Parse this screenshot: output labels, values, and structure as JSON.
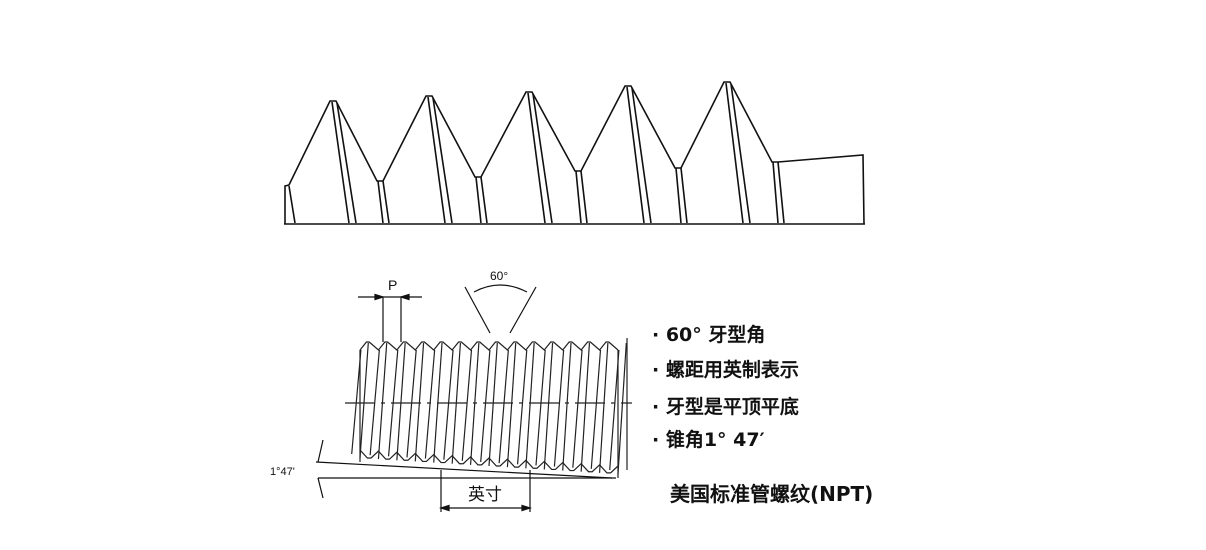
{
  "diagram": {
    "dimension_labels": {
      "pitch": "P",
      "thread_angle": "60°",
      "taper_angle": "1°47'",
      "inch": "英寸"
    },
    "features": [
      "· 60° 牙型角",
      "· 螺距用英制表示",
      "· 牙型是平顶平底",
      "· 锥角1° 47′"
    ],
    "title": "美国标准管螺纹(NPT)"
  }
}
